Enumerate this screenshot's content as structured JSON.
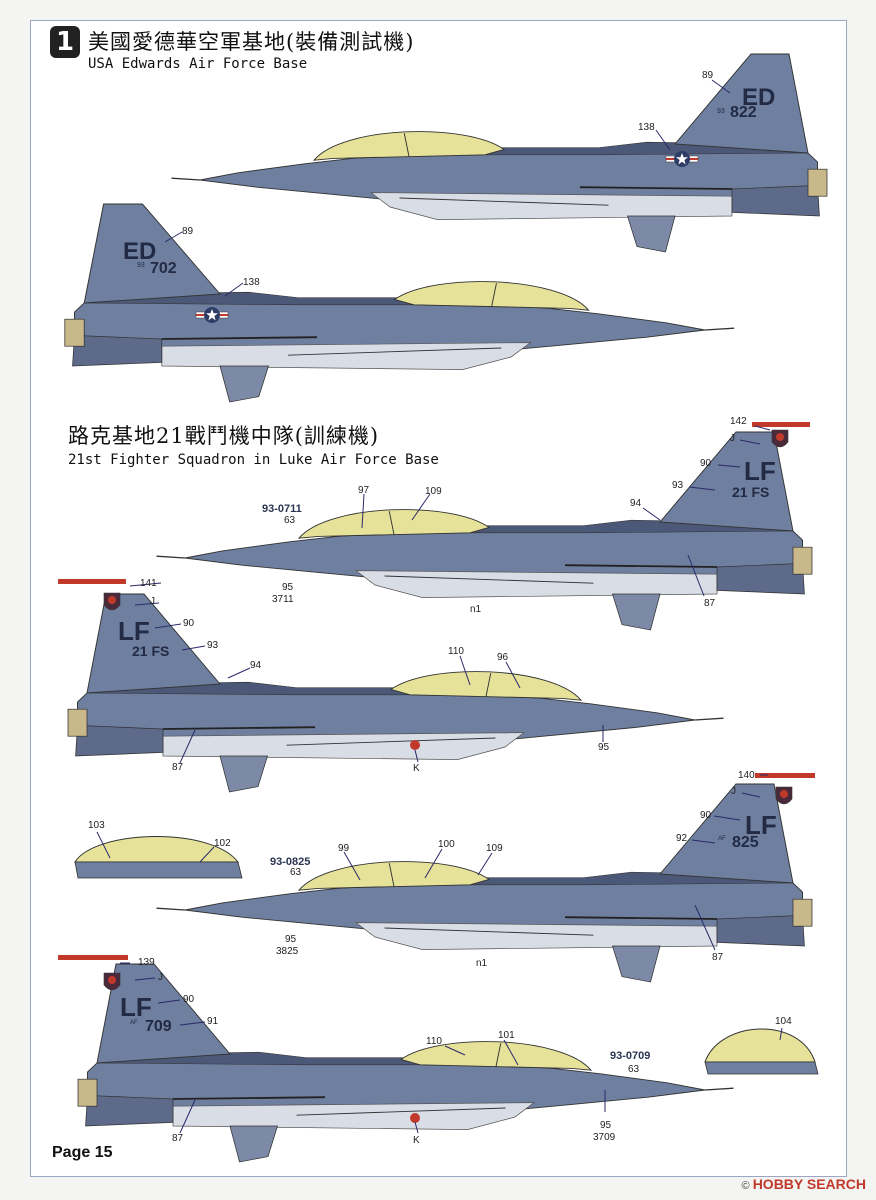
{
  "section1": {
    "badge": "1",
    "title_cn": "美國愛德華空軍基地(裝備測試機)",
    "title_en": "USA Edwards Air Force Base"
  },
  "section2": {
    "title_cn": "路克基地21戰鬥機中隊(訓練機)",
    "title_en": "21st Fighter Squadron in Luke Air Force Base"
  },
  "tail_codes": {
    "ed": "ED",
    "lf": "LF",
    "af": "AF",
    "yr": "93",
    "n822": "822",
    "n702": "702",
    "fs": "21 FS",
    "n825": "825",
    "n709": "709"
  },
  "serials": {
    "s0711": "93-0711",
    "s0825": "93-0825",
    "s0709": "93-0709",
    "n3711": "3711",
    "n3825": "3825",
    "n3709": "3709"
  },
  "callouts": {
    "c89a": "89",
    "c138a": "138",
    "c89b": "89",
    "c138b": "138",
    "c142": "142",
    "cJ1": "J",
    "c90a": "90",
    "c93a": "93",
    "c94a": "94",
    "c97": "97",
    "c109a": "109",
    "c63a": "63",
    "c95a": "95",
    "cn1a": "n1",
    "c87a": "87",
    "c141": "141",
    "cJ2": "J",
    "c90b": "90",
    "c93b": "93",
    "c94b": "94",
    "c110a": "110",
    "c96": "96",
    "c95b": "95",
    "cKa": "K",
    "c87b": "87",
    "c103": "103",
    "c102": "102",
    "c140": "140",
    "cJ3": "J",
    "c90c": "90",
    "c92": "92",
    "c99": "99",
    "c100": "100",
    "c109b": "109",
    "c63b": "63",
    "c95c": "95",
    "cn1b": "n1",
    "c87c": "87",
    "c139": "139",
    "cJ4": "J",
    "c90d": "90",
    "c91": "91",
    "c110b": "110",
    "c101": "101",
    "c63c": "63",
    "c95d": "95",
    "cKb": "K",
    "c87d": "87",
    "c104": "104"
  },
  "page_label": "Page  15",
  "watermark": {
    "brand": "HOBBY SEARCH",
    "mark": "©"
  },
  "colors": {
    "body": "#6e7fa0",
    "dark": "#4c5878",
    "belly": "#d9dde6",
    "canopy": "#e6e29a",
    "callout": "#2a2a6a"
  }
}
